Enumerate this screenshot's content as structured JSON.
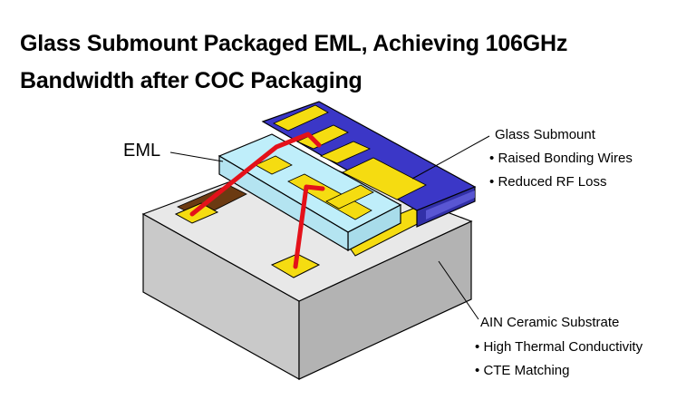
{
  "title_line1": "Glass Submount Packaged EML, Achieving 106GHz",
  "title_line2": "Bandwidth after COC Packaging",
  "labels": {
    "eml": "EML",
    "glass": "Glass Submount",
    "glass_bullet1": "Raised Bonding Wires",
    "glass_bullet2": "Reduced RF Loss",
    "ain": "AIN Ceramic Substrate",
    "ain_bullet1": "High Thermal Conductivity",
    "ain_bullet2": "CTE Matching"
  },
  "bullet_char": "•",
  "colors": {
    "substrate_top": "#e8e8e8",
    "substrate_front": "#c9c9c9",
    "substrate_side": "#b3b3b3",
    "glass_top": "#3b37c7",
    "glass_front": "#3230a8",
    "pad_gold": "#f5dc11",
    "eml_chip": "#bfeefa",
    "wire_red": "#e4111a"
  }
}
